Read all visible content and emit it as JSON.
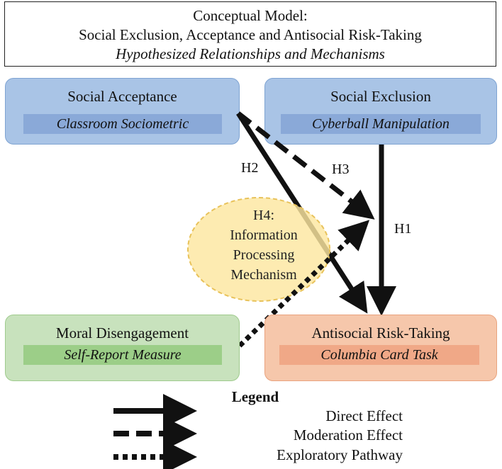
{
  "title": {
    "line1": "Conceptual Model:",
    "line2": "Social Exclusion, Acceptance and Antisocial Risk-Taking",
    "line3": "Hypothesized Relationships and Mechanisms"
  },
  "nodes": {
    "acceptance": {
      "title": "Social Acceptance",
      "subtitle": "Classroom Sociometric",
      "color": "#a9c4e6"
    },
    "exclusion": {
      "title": "Social Exclusion",
      "subtitle": "Cyberball Manipulation",
      "color": "#a9c4e6"
    },
    "moral": {
      "title": "Moral Disengagement",
      "subtitle": "Self-Report Measure",
      "color": "#c8e2bd"
    },
    "antisocial": {
      "title": "Antisocial Risk-Taking",
      "subtitle": "Columbia Card Task",
      "color": "#f6c7ab"
    }
  },
  "mechanism": {
    "line1": "H4:",
    "line2": "Information",
    "line3": "Processing",
    "line4": "Mechanism",
    "color": "#fde6a0"
  },
  "edges": {
    "h1": "H1",
    "h2": "H2",
    "h3": "H3"
  },
  "legend": {
    "title": "Legend",
    "direct": "Direct Effect",
    "moderation": "Moderation Effect",
    "exploratory": "Exploratory Pathway"
  }
}
